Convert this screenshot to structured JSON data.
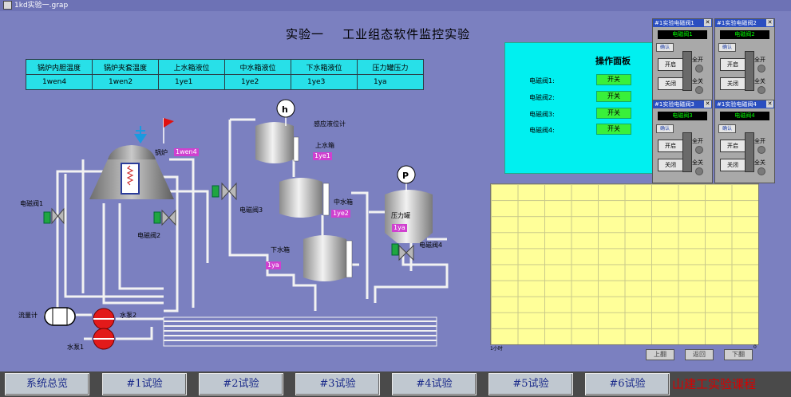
{
  "window": {
    "title": "1kd实验一.grap"
  },
  "header": {
    "title": "实验一    工业组态软件监控实验"
  },
  "params": {
    "headers": [
      "锅炉内胆温度",
      "锅炉夹套温度",
      "上水箱液位",
      "中水箱液位",
      "下水箱液位",
      "压力罐压力"
    ],
    "values": [
      "1wen4",
      "1wen2",
      "1ye1",
      "1ye2",
      "1ye3",
      "1ya"
    ]
  },
  "diagram": {
    "boiler_label": "锅炉",
    "boiler_tag": "1wen4",
    "sensor_label": "感应液位计",
    "h_symbol": "h",
    "p_symbol": "P",
    "upper_tank": "上水箱",
    "upper_tag": "1ye1",
    "middle_tank": "中水箱",
    "middle_tag": "1ye2",
    "lower_tank": "下水箱",
    "lower_tag": "1ya",
    "pressure_tank": "压力罐",
    "pressure_tag": "1ya",
    "valve1": "电磁阀1",
    "valve2": "电磁阀2",
    "valve3": "电磁阀3",
    "valve4": "电磁阀4",
    "flowmeter": "流量计",
    "pump1": "水泵1",
    "pump2": "水泵2"
  },
  "ops_panel": {
    "title": "操作面板",
    "rows": [
      {
        "label": "电磁阀1:",
        "button": "开关"
      },
      {
        "label": "电磁阀2:",
        "button": "开关"
      },
      {
        "label": "电磁阀3:",
        "button": "开关"
      },
      {
        "label": "电磁阀4:",
        "button": "开关"
      }
    ]
  },
  "valve_windows": [
    {
      "title": "#1实验电磁阀1",
      "name": "电磁阀1",
      "confirm": "确认",
      "open": "开启",
      "close": "关闭",
      "all_open": "全开",
      "all_close": "全关"
    },
    {
      "title": "#1实验电磁阀2",
      "name": "电磁阀2",
      "confirm": "确认",
      "open": "开启",
      "close": "关闭",
      "all_open": "全开",
      "all_close": "全关"
    },
    {
      "title": "#1实验电磁阀3",
      "name": "电磁阀3",
      "confirm": "确认",
      "open": "开启",
      "close": "关闭",
      "all_open": "全开",
      "all_close": "全关"
    },
    {
      "title": "#1实验电磁阀4",
      "name": "电磁阀4",
      "confirm": "确认",
      "open": "开启",
      "close": "关闭",
      "all_open": "全开",
      "all_close": "全关"
    }
  ],
  "trend": {
    "left_label": "1小时",
    "right_label": "0",
    "buttons": [
      "上翻",
      "返回",
      "下翻"
    ]
  },
  "nav": {
    "items": [
      "系统总览",
      "#1试验",
      "#2试验",
      "#3试验",
      "#4试验",
      "#5试验",
      "#6试验"
    ],
    "brand": "山建工实验课程"
  },
  "colors": {
    "background": "#7b80c0",
    "panel": "#00f0f0",
    "switch": "#39f03a",
    "brand": "#d80000"
  }
}
